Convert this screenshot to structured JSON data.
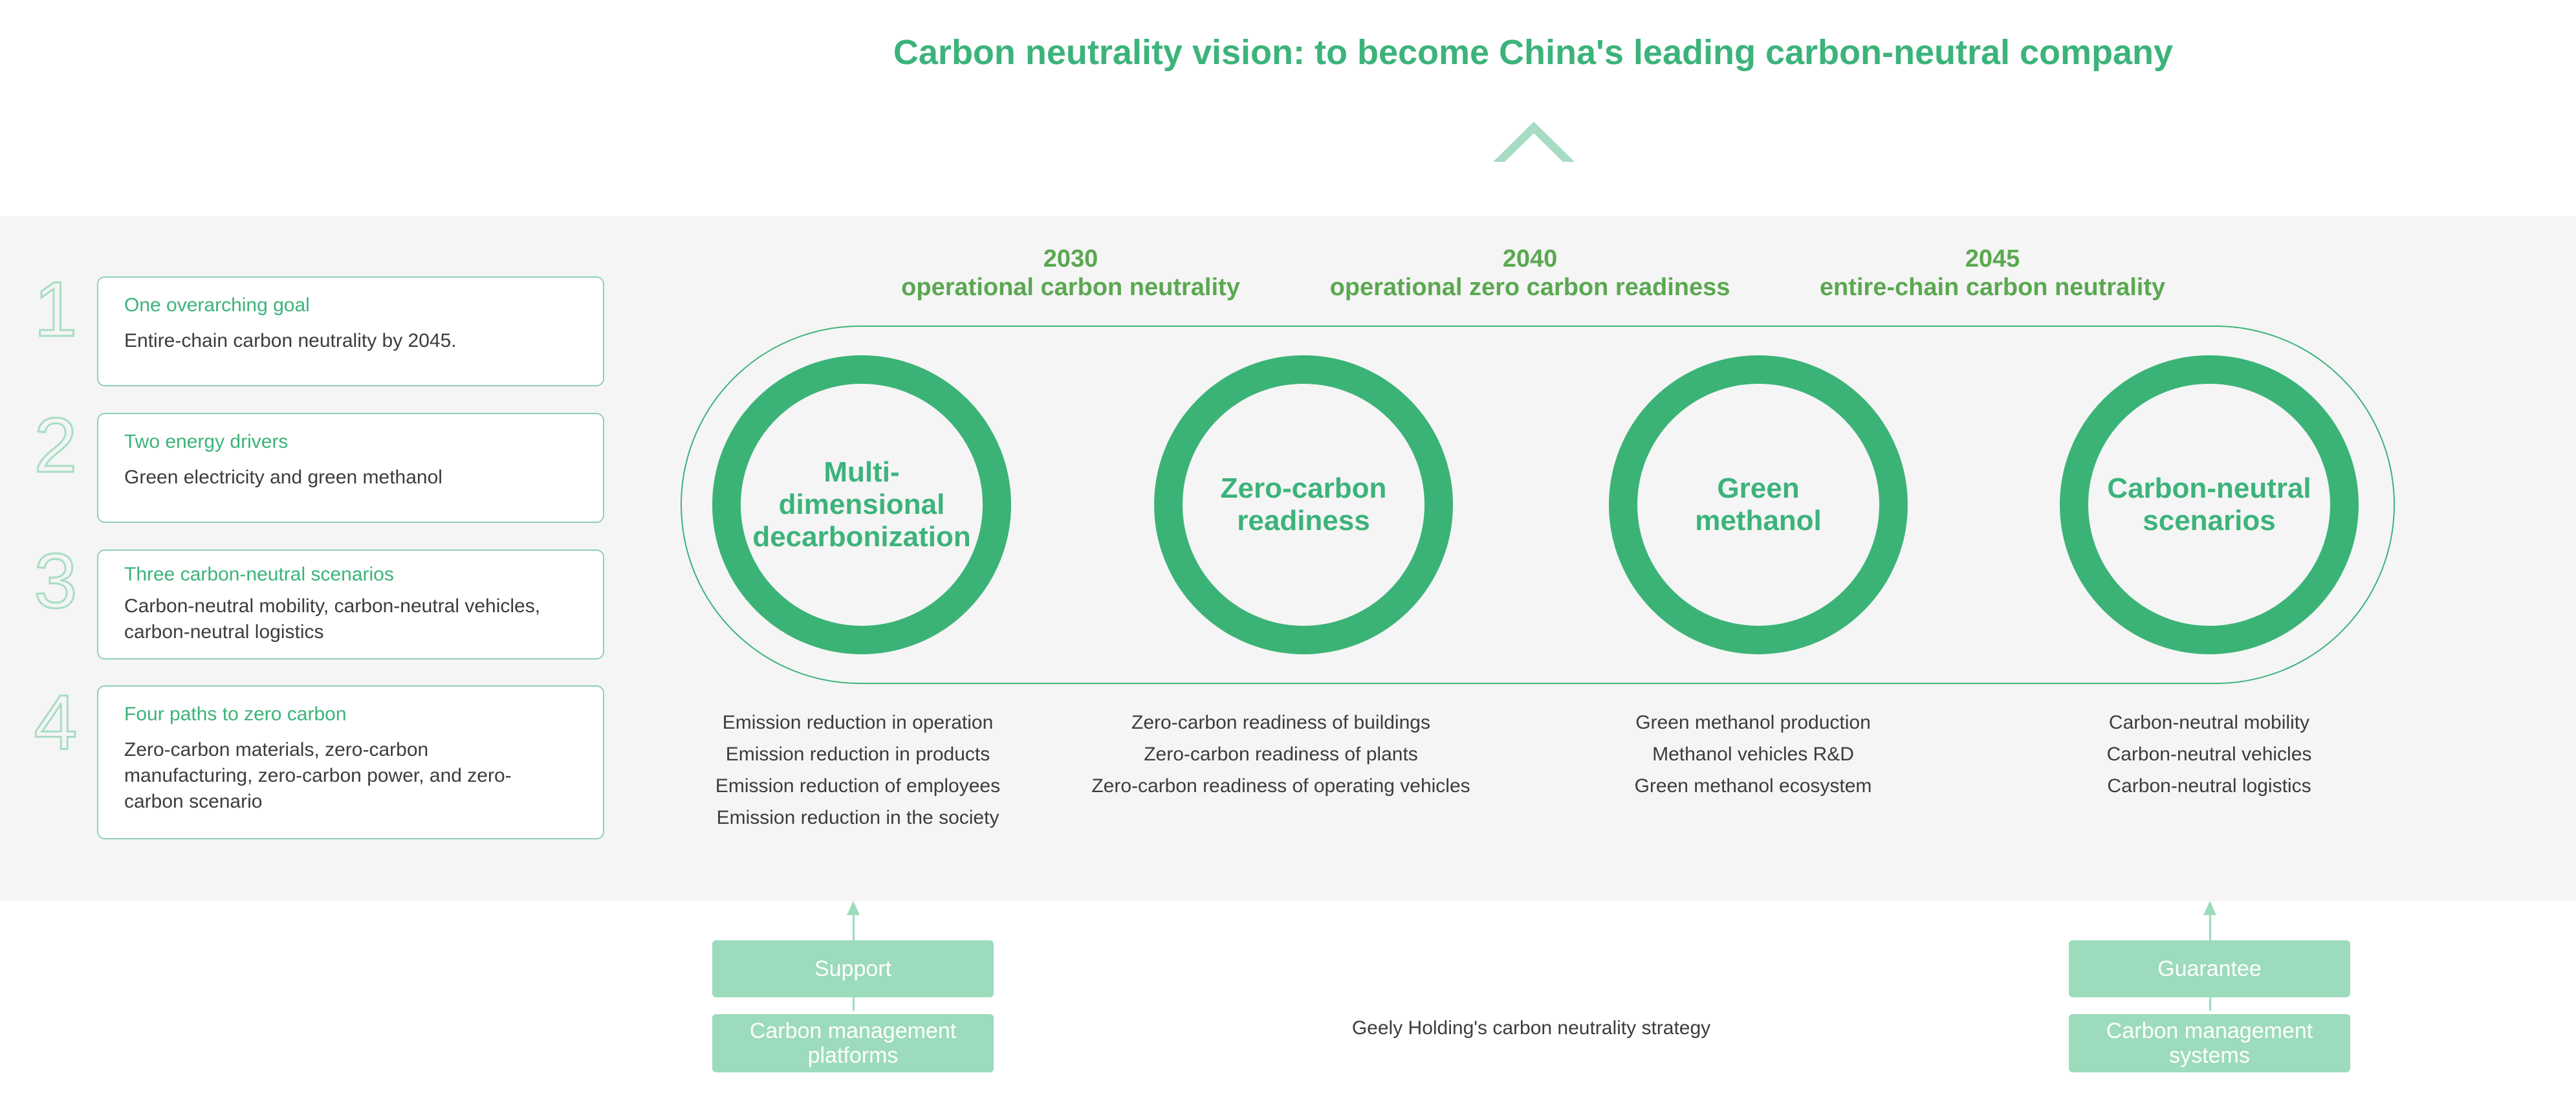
{
  "vision": "Carbon neutrality vision: to become China's leading carbon-neutral company",
  "items": [
    {
      "num": "1",
      "title": "One overarching goal",
      "text": "Entire-chain carbon neutrality by 2045."
    },
    {
      "num": "2",
      "title": "Two energy drivers",
      "text": "Green electricity and green methanol"
    },
    {
      "num": "3",
      "title": "Three carbon-neutral scenarios",
      "text": "Carbon-neutral mobility, carbon-neutral vehicles, carbon-neutral logistics"
    },
    {
      "num": "4",
      "title": "Four paths to zero carbon",
      "text": "Zero-carbon materials, zero-carbon manufacturing, zero-carbon power, and zero-carbon scenario"
    }
  ],
  "milestones": [
    {
      "year": "2030",
      "label": "operational carbon neutrality"
    },
    {
      "year": "2040",
      "label": "operational zero carbon readiness"
    },
    {
      "year": "2045",
      "label": "entire-chain carbon neutrality"
    }
  ],
  "circles": [
    {
      "label": "Multi-dimensional decarbonization",
      "list": [
        "Emission reduction in operation",
        "Emission reduction in products",
        "Emission reduction of employees",
        "Emission reduction in the society"
      ]
    },
    {
      "label": "Zero-carbon readiness",
      "list": [
        "Zero-carbon readiness of buildings",
        "Zero-carbon readiness of plants",
        "Zero-carbon readiness of operating vehicles"
      ]
    },
    {
      "label": "Green methanol",
      "list": [
        "Green methanol production",
        "Methanol vehicles R&D",
        "Green methanol ecosystem"
      ]
    },
    {
      "label": "Carbon-neutral scenarios",
      "list": [
        "Carbon-neutral mobility",
        "Carbon-neutral vehicles",
        "Carbon-neutral logistics"
      ]
    }
  ],
  "footer": {
    "support": "Support",
    "platforms": "Carbon management platforms",
    "strategy": "Geely Holding's carbon neutrality strategy",
    "guarantee": "Guarantee",
    "systems": "Carbon management systems"
  },
  "colors": {
    "accent": "#3cb37a",
    "ring": "#3bb377",
    "light": "#9cdbbb",
    "milestone": "#5aa850",
    "band": "#f5f5f5"
  }
}
